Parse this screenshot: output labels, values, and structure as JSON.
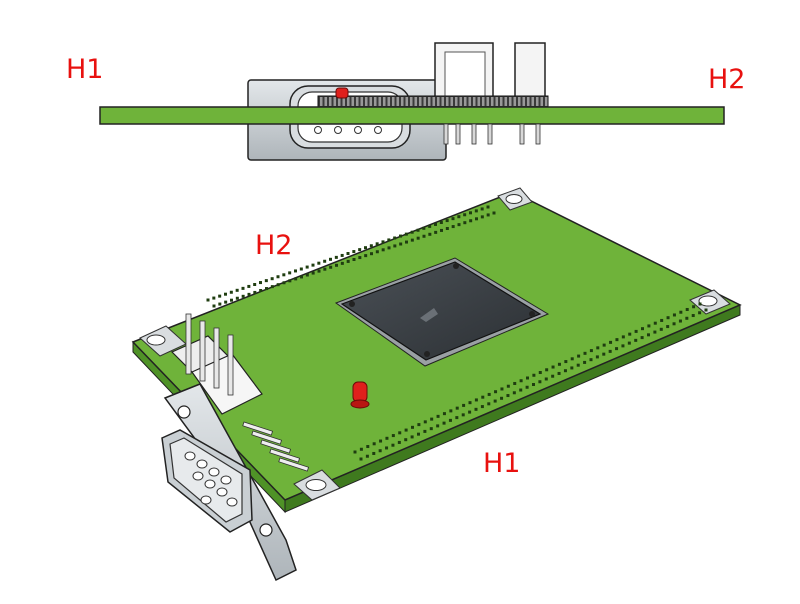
{
  "labels": {
    "side_h1": "H1",
    "side_h2": "H2",
    "iso_h2": "H2",
    "iso_h1": "H1"
  },
  "colors": {
    "label": "#e8110f",
    "pcb": "#6fb33a",
    "pcb_dark": "#3f7a1e",
    "chip": "#3c4146",
    "connector_metal": "#c9cfd3",
    "header_plastic": "#f2f2f2",
    "led": "#e0201c",
    "outline": "#222222"
  }
}
